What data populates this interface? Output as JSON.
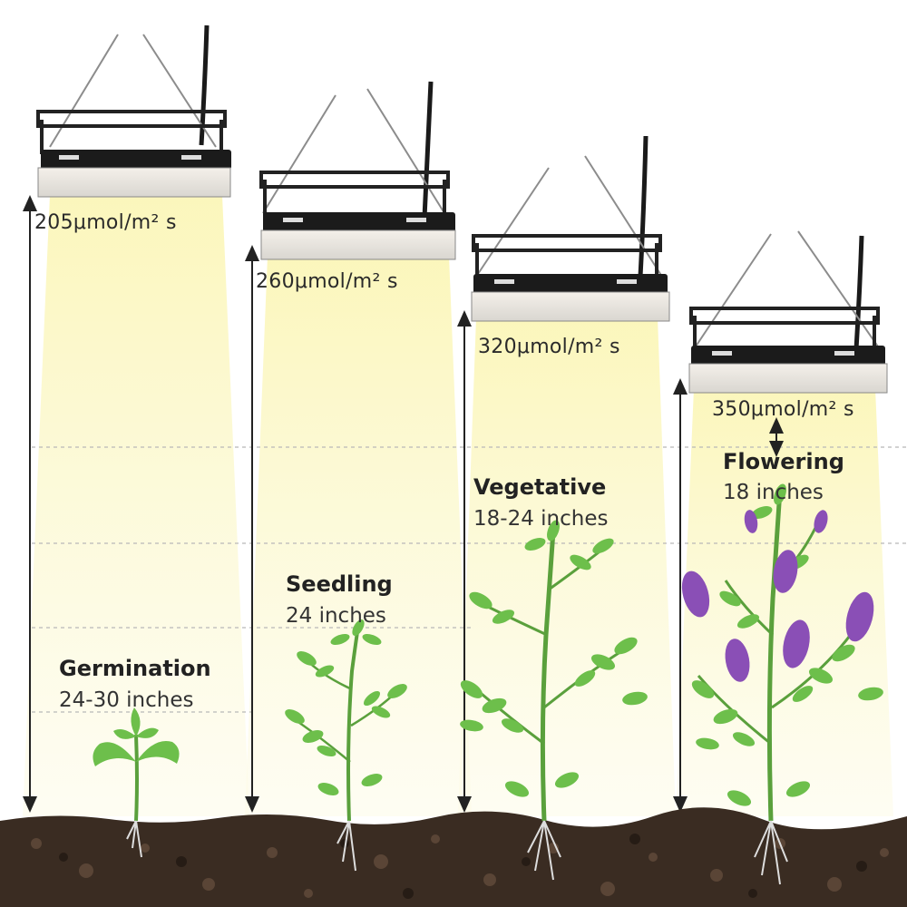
{
  "stages": [
    {
      "name": "Germination",
      "distance": "24-30 inches",
      "ppfd": "205μmol/m² s"
    },
    {
      "name": "Seedling",
      "distance": "24 inches",
      "ppfd": "260μmol/m² s"
    },
    {
      "name": "Vegetative",
      "distance": "18-24 inches",
      "ppfd": "320μmol/m² s"
    },
    {
      "name": "Flowering",
      "distance": "18 inches",
      "ppfd": "350μmol/m² s"
    }
  ],
  "colors": {
    "light_beam": "#fbf7c8",
    "lamp_body": "#1b1b1b",
    "leaf": "#6dbf4b",
    "flower": "#8a4fb6",
    "soil": "#3a2c22"
  }
}
